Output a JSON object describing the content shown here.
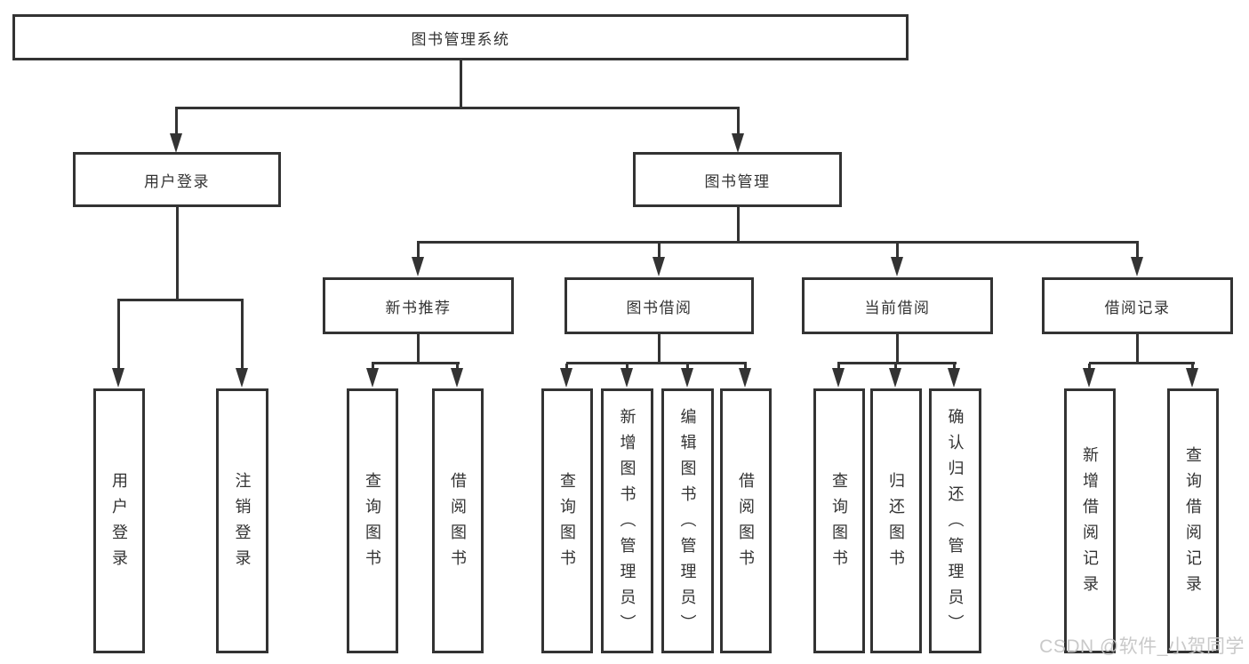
{
  "nodes": {
    "root": "图书管理系统",
    "level2": [
      "用户登录",
      "图书管理"
    ],
    "level3": [
      "新书推荐",
      "图书借阅",
      "当前借阅",
      "借阅记录"
    ],
    "level4": {
      "user_login": [
        "用户登录",
        "注销登录"
      ],
      "new_book_rec": [
        "查询图书",
        "借阅图书"
      ],
      "book_borrow": [
        "查询图书",
        "新增图书（管理员）",
        "编辑图书（管理员）",
        "借阅图书"
      ],
      "current_borrow": [
        "查询图书",
        "归还图书",
        "确认归还（管理员）"
      ],
      "borrow_records": [
        "新增借阅记录",
        "查询借阅记录"
      ]
    }
  },
  "watermark": "CSDN @软件_小贺同学",
  "colors": {
    "line": "#333333",
    "text": "#333333",
    "background": "#ffffff",
    "watermark": "#c6c6c6"
  }
}
